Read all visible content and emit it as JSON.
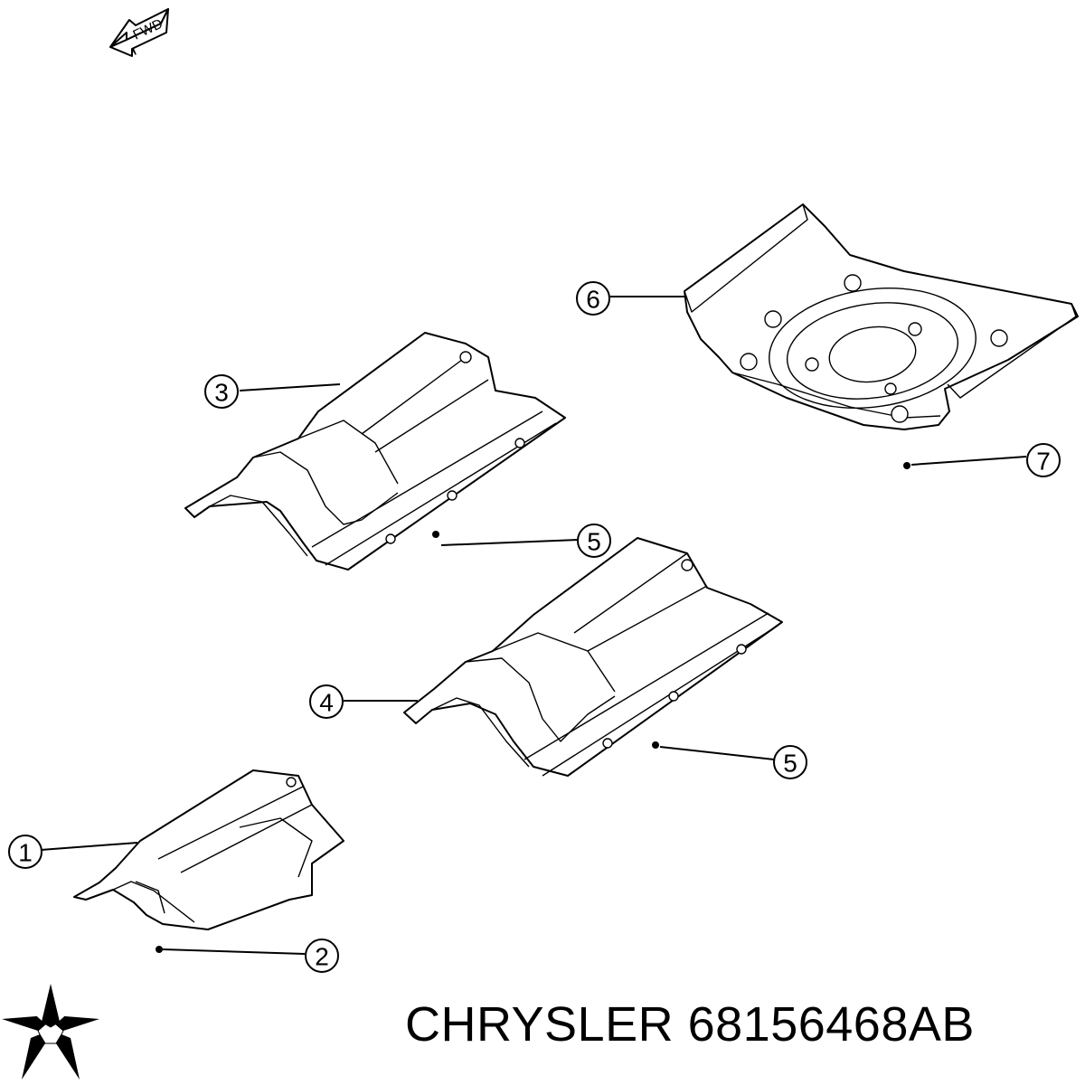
{
  "direction_indicator": {
    "text": "FWD"
  },
  "callouts": [
    {
      "number": "1"
    },
    {
      "number": "2"
    },
    {
      "number": "3"
    },
    {
      "number": "4"
    },
    {
      "number": "5"
    },
    {
      "number": "5"
    },
    {
      "number": "6"
    },
    {
      "number": "7"
    }
  ],
  "footer": {
    "brand": "CHRYSLER",
    "part_number": "68156468AB",
    "label": "CHRYSLER 68156468AB"
  },
  "logo": {
    "name": "chrysler-pentastar-logo",
    "color": "#000000"
  }
}
